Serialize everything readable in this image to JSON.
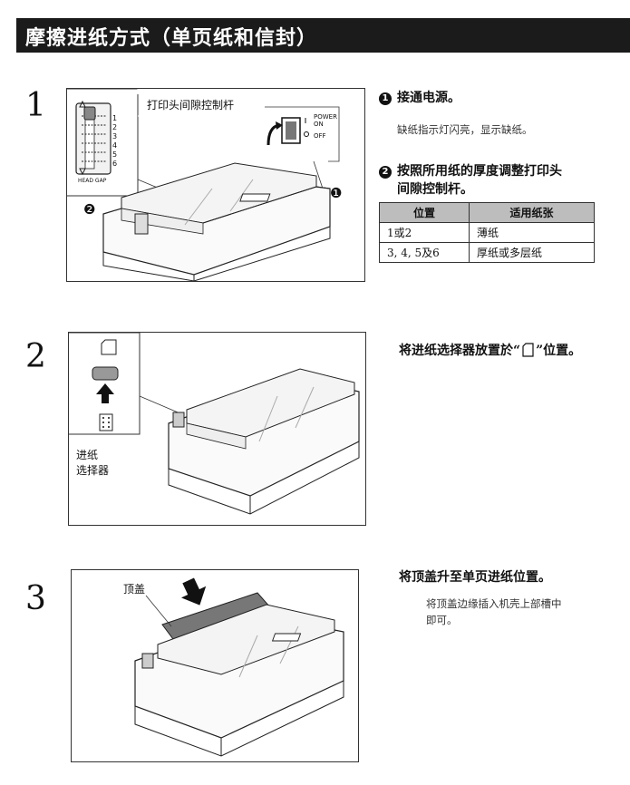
{
  "header": {
    "title": "摩擦进纸方式（单页纸和信封）"
  },
  "steps": [
    {
      "number": "1",
      "figure_label": "打印头间隙控制杆",
      "gauge_ticks": [
        "1",
        "2",
        "3",
        "4",
        "5",
        "6"
      ],
      "gauge_letters": "HEAD GAP",
      "switch_labels": [
        "POWER",
        "ON",
        "OFF"
      ],
      "callouts": [
        "❶",
        "❷"
      ],
      "items": [
        {
          "bullet": "❶",
          "heading": "接通电源。",
          "body": "缺纸指示灯闪亮，显示缺纸。"
        },
        {
          "bullet": "❷",
          "heading": "按照所用纸的厚度调整打印头",
          "heading2": "间隙控制杆。"
        }
      ],
      "table": {
        "headers": [
          "位置",
          "适用纸张"
        ],
        "rows": [
          [
            "1或2",
            "薄纸"
          ],
          [
            "3, 4, 5及6",
            "厚纸或多层纸"
          ]
        ]
      }
    },
    {
      "number": "2",
      "figure_label": [
        "进纸",
        "选择器"
      ],
      "heading_before": "将进纸选择器放置於“",
      "heading_after": "”位置。"
    },
    {
      "number": "3",
      "figure_label": "顶盖",
      "heading": "将顶盖升至单页进纸位置。",
      "body": [
        "将顶盖边缘插入机壳上部槽中",
        "即可。"
      ]
    }
  ]
}
